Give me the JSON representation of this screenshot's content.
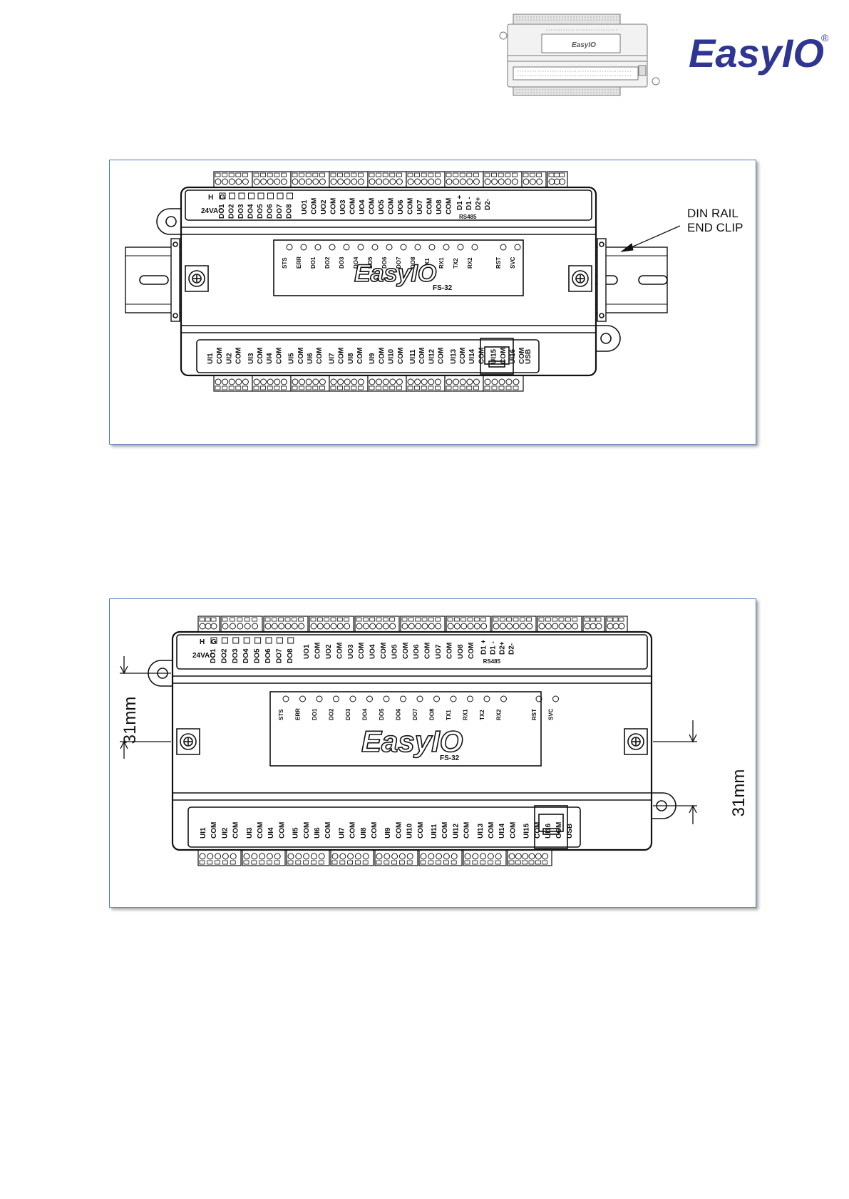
{
  "header": {
    "product_image": "product-photo",
    "logo_text": "EasyIO",
    "logo_mark": "®",
    "logo_color": "#2e3592"
  },
  "device": {
    "brand": "EasyIO",
    "model": "FS-32",
    "power_label": "24VAC",
    "power_terms": [
      "H",
      "G"
    ],
    "top_labels": [
      "DO1",
      "DO2",
      "DO3",
      "DO4",
      "DO5",
      "DO6",
      "DO7",
      "DO8",
      "UO1",
      "COM",
      "UO2",
      "COM",
      "UO3",
      "COM",
      "UO4",
      "COM",
      "UO5",
      "COM",
      "UO6",
      "COM",
      "UO7",
      "COM",
      "UO8",
      "COM"
    ],
    "rs485_labels": [
      "D1 +",
      "D1 -",
      "D2+",
      "D2-"
    ],
    "rs485_title": "RS485",
    "led_labels": [
      "STS",
      "ERR",
      "DO1",
      "DO2",
      "DO3",
      "DO4",
      "DO5",
      "DO6",
      "DO7",
      "DO8",
      "TX1",
      "RX1",
      "TX2",
      "RX2",
      "RST",
      "SVC"
    ],
    "bottom_labels": [
      "UI1",
      "COM",
      "UI2",
      "COM",
      "UI3",
      "COM",
      "UI4",
      "COM",
      "UI5",
      "COM",
      "UI6",
      "COM",
      "UI7",
      "COM",
      "UI8",
      "COM",
      "UI9",
      "COM",
      "UI10",
      "COM",
      "UI11",
      "COM",
      "UI12",
      "COM",
      "UI13",
      "COM",
      "UI14",
      "COM",
      "UI15",
      "COM",
      "UI16",
      "COM"
    ],
    "usb_label": "USB"
  },
  "figure1": {
    "annotation_line1": "DIN RAIL",
    "annotation_line2": "END CLIP"
  },
  "figure2": {
    "dimension_left": "31mm",
    "dimension_right": "31mm"
  }
}
